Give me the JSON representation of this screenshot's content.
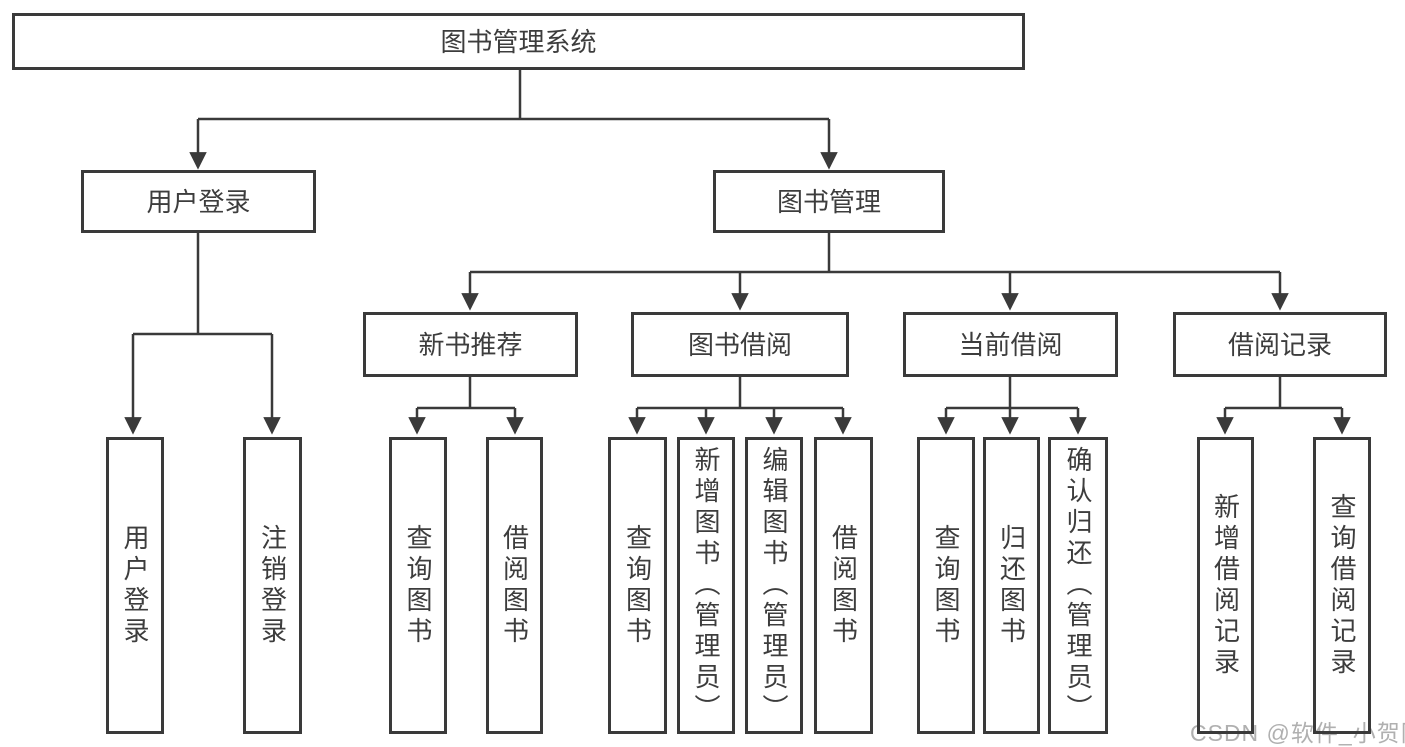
{
  "watermark": "CSDN @软件_小贺同学",
  "colors": {
    "line": "#3a3a3a",
    "text": "#3d3d3d",
    "watermark": "#b0b0b0",
    "background": "#ffffff"
  },
  "tree": {
    "root": {
      "label": "图书管理系统",
      "children": [
        {
          "label": "用户登录",
          "children": [
            {
              "label": "用户登录"
            },
            {
              "label": "注销登录"
            }
          ]
        },
        {
          "label": "图书管理",
          "children": [
            {
              "label": "新书推荐",
              "children": [
                {
                  "label": "查询图书"
                },
                {
                  "label": "借阅图书"
                }
              ]
            },
            {
              "label": "图书借阅",
              "children": [
                {
                  "label": "查询图书"
                },
                {
                  "label": "新增图书（管理员）"
                },
                {
                  "label": "编辑图书（管理员）"
                },
                {
                  "label": "借阅图书"
                }
              ]
            },
            {
              "label": "当前借阅",
              "children": [
                {
                  "label": "查询图书"
                },
                {
                  "label": "归还图书"
                },
                {
                  "label": "确认归还（管理员）"
                }
              ]
            },
            {
              "label": "借阅记录",
              "children": [
                {
                  "label": "新增借阅记录"
                },
                {
                  "label": "查询借阅记录"
                }
              ]
            }
          ]
        }
      ]
    }
  }
}
